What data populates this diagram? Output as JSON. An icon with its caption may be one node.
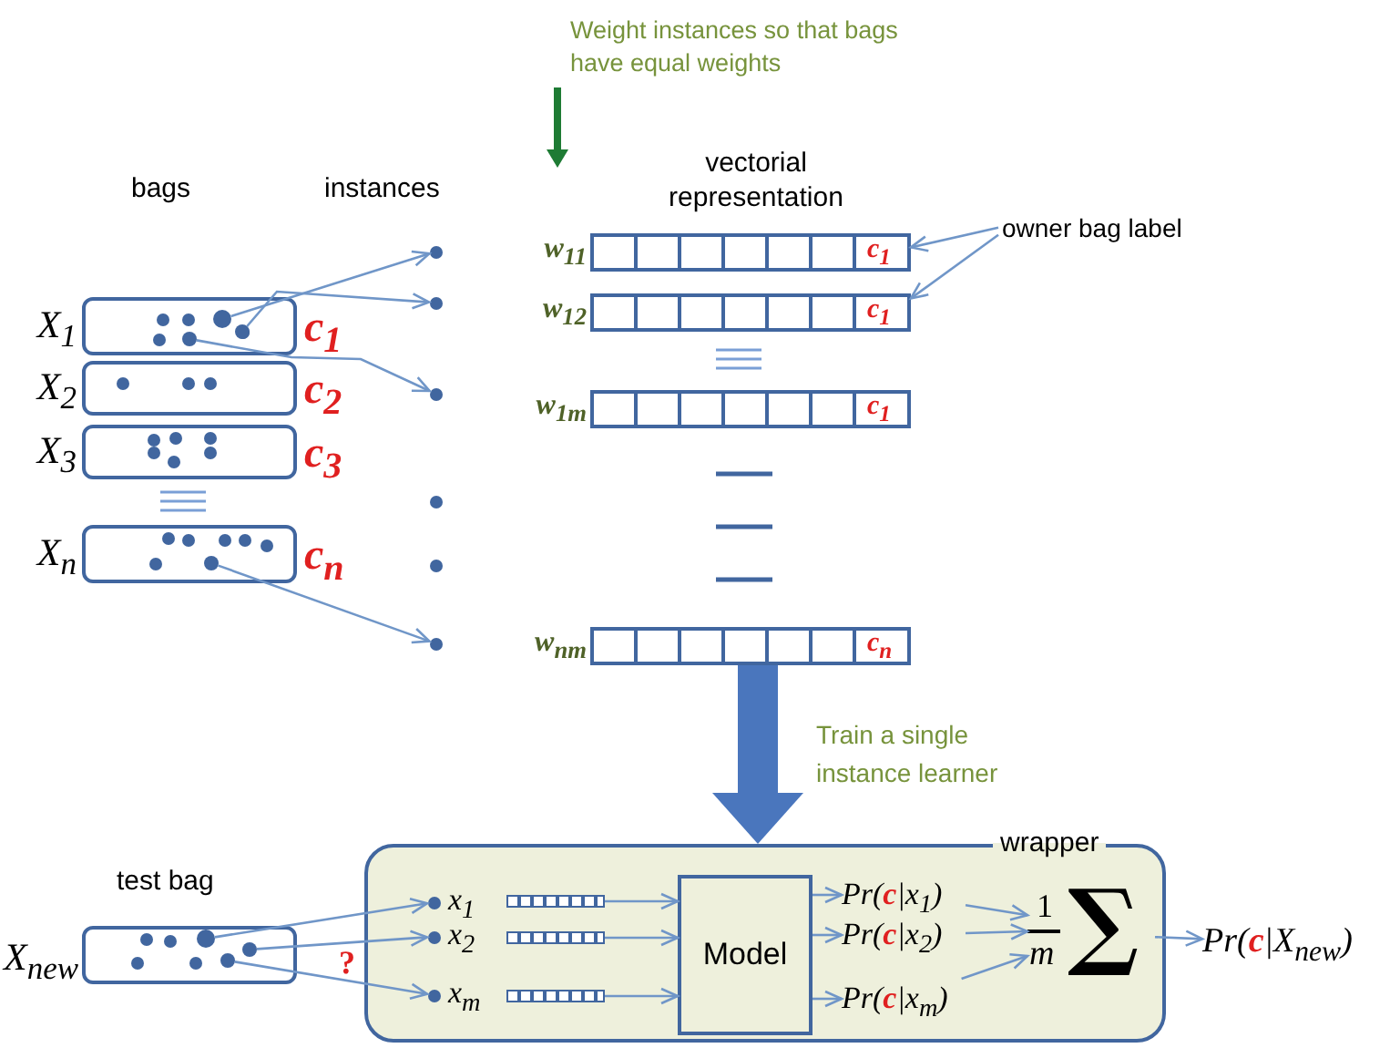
{
  "diagram": {
    "nodes": [
      {
        "text": [
          "X$_{1}$"
        ],
        "beside": [
          "c$_{1}$"
        ]
      },
      {
        "text": [],
        "shape": "circle",
        "in": 0
      },
      {
        "text": [],
        "shape": "circle",
        "in": 0
      },
      {
        "text": [],
        "shape": "circle",
        "in": 0
      },
      {
        "text": [
          "X$_{2}$"
        ],
        "beside": [
          "c$_{2}$"
        ]
      },
      {
        "text": [
          "X$_{3}$"
        ],
        "beside": [
          "c$_{3}$"
        ]
      },
      {
        "text": [
          "X$_{n}$"
        ],
        "beside": [
          "c$_{n}$"
        ]
      },
      {
        "text": [],
        "shape": "circle",
        "in": 6
      },
      {
        "text": [],
        "shape": "circle"
      },
      {
        "text": [],
        "shape": "circle"
      },
      {
        "text": [],
        "shape": "circle"
      },
      {
        "text": [],
        "shape": "circle"
      },
      {
        "text": [],
        "shape": "circle"
      },
      {
        "text": [],
        "shape": "circle"
      },
      {
        "text": [
          "Weight instances so that bags have equal weights"
        ]
      },
      {
        "text": [
          "c$_{1}$"
        ],
        "beside": [
          "w$_{11}$"
        ]
      },
      {
        "text": [
          "c$_{1}$"
        ],
        "beside": [
          "w$_{12}$"
        ]
      },
      {
        "text": [
          "c$_{1}$"
        ],
        "beside": [
          "w$_{1m}$"
        ]
      },
      {
        "text": [
          "c$_{n}$"
        ],
        "beside": [
          "w$_{nm}$"
        ]
      },
      {
        "text": [
          "owner bag label"
        ]
      },
      {
        "text": [
          "X$_{new}$"
        ]
      },
      {
        "text": [],
        "shape": "circle",
        "in": 20
      },
      {
        "text": [],
        "shape": "circle",
        "in": 20
      },
      {
        "text": [],
        "shape": "circle",
        "in": 20
      },
      {
        "text": [
          "wrapper"
        ]
      },
      {
        "text": [],
        "shape": "circle",
        "in": 24,
        "beside": [
          "x$_{1}$"
        ]
      },
      {
        "text": [],
        "shape": "circle",
        "in": 24,
        "beside": [
          "x$_{2}$"
        ]
      },
      {
        "text": [],
        "shape": "circle",
        "in": 24,
        "beside": [
          "x$_{m}$"
        ]
      },
      {
        "text": [],
        "shape": "bar",
        "in": 24
      },
      {
        "text": [],
        "shape": "bar",
        "in": 24
      },
      {
        "text": [],
        "shape": "bar",
        "in": 24
      },
      {
        "text": [
          "Model"
        ],
        "in": 24
      },
      {
        "text": [
          "Pr(**c**|x$_{1}$)"
        ],
        "in": 24
      },
      {
        "text": [
          "Pr(**c**|x$_{2}$)"
        ],
        "in": 24
      },
      {
        "text": [
          "Pr(**c**|x$_{m}$)"
        ],
        "in": 24
      },
      {
        "text": [
          "1",
          "m",
          "∑"
        ],
        "in": 24
      },
      {
        "text": [
          "Pr(**c**|X$_{new}$)"
        ]
      }
    ],
    "edges": [
      {
        "from": 1,
        "to": 8,
        "arrow": "to"
      },
      {
        "from": 2,
        "to": 9,
        "arrow": "to"
      },
      {
        "from": 3,
        "to": 10,
        "arrow": "to"
      },
      {
        "from": 7,
        "to": 13,
        "arrow": "to"
      },
      {
        "from": 14,
        "to": null,
        "arrow": "to",
        "style": "thick",
        "color": "#1e7b34"
      },
      {
        "from": 19,
        "to": 15,
        "arrow": "to"
      },
      {
        "from": 19,
        "to": 16,
        "arrow": "to"
      },
      {
        "from": 18,
        "to": 24,
        "arrow": "to",
        "label": "Train a single instance learner",
        "style": "thick",
        "color": "#4a76bd"
      },
      {
        "from": 21,
        "to": 25,
        "arrow": "to"
      },
      {
        "from": 22,
        "to": 26,
        "arrow": "to"
      },
      {
        "from": 23,
        "to": 27,
        "arrow": "to"
      },
      {
        "from": 28,
        "to": 31,
        "arrow": "to"
      },
      {
        "from": 29,
        "to": 31,
        "arrow": "to"
      },
      {
        "from": 30,
        "to": 31,
        "arrow": "to"
      },
      {
        "from": 31,
        "to": 32,
        "arrow": "to"
      },
      {
        "from": 31,
        "to": 33,
        "arrow": "to"
      },
      {
        "from": 31,
        "to": 34,
        "arrow": "to"
      },
      {
        "from": 32,
        "to": 35,
        "arrow": "to"
      },
      {
        "from": 33,
        "to": 35,
        "arrow": "to"
      },
      {
        "from": 34,
        "to": 35,
        "arrow": "to"
      },
      {
        "from": 35,
        "to": 36,
        "arrow": "to"
      }
    ],
    "labels": [
      "bags",
      "instances",
      "vectorial representation",
      "test bag",
      "?"
    ]
  }
}
